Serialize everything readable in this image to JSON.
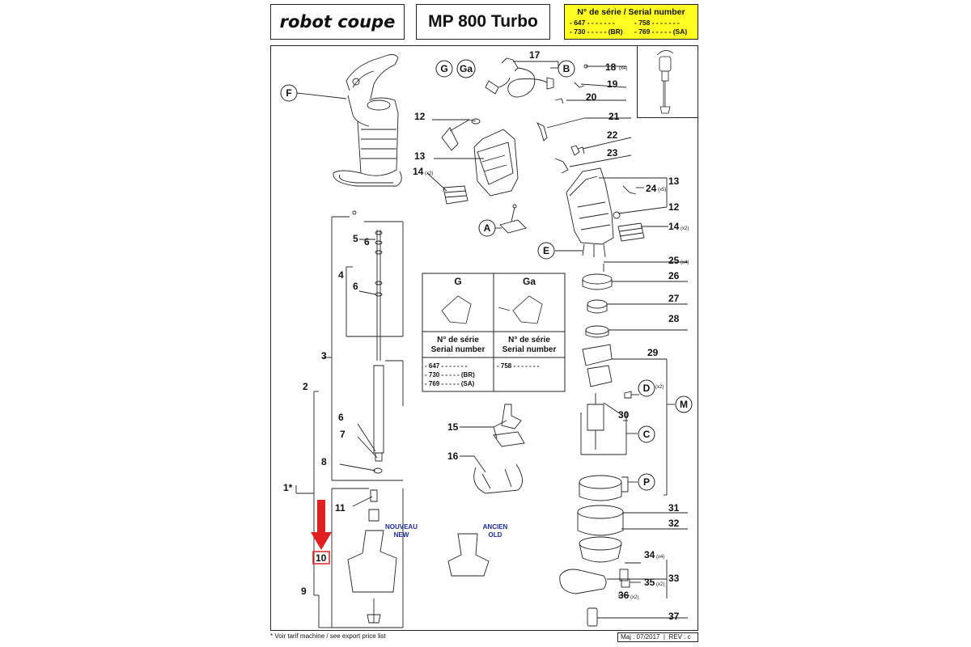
{
  "header": {
    "brand": "robot coupe",
    "model": "MP 800 Turbo",
    "serial_title": "N° de série / Serial number",
    "serials": [
      "- 647 - - - - -   - -",
      "- 758 - - - - -   - -",
      "- 730 - - - - -   (BR)",
      "- 769 - - - - -   (SA)"
    ]
  },
  "letters": {
    "F": "F",
    "G": "G",
    "Ga": "Ga",
    "B": "B",
    "A": "A",
    "E": "E",
    "D": "D",
    "M": "M",
    "C": "C",
    "P": "P"
  },
  "parts": {
    "p1": "1*",
    "p2": "2",
    "p3": "3",
    "p4": "4",
    "p5": "5",
    "p6": "6",
    "p7": "7",
    "p8": "8",
    "p9": "9",
    "p10": "10",
    "p11": "11",
    "p12": "12",
    "p13": "13",
    "p14": "14",
    "p15": "15",
    "p16": "16",
    "p17": "17",
    "p18": "18",
    "p19": "19",
    "p20": "20",
    "p21": "21",
    "p22": "22",
    "p23": "23",
    "p24": "24",
    "p25": "25",
    "p26": "26",
    "p27": "27",
    "p28": "28",
    "p29": "29",
    "p30": "30",
    "p31": "31",
    "p32": "32",
    "p33": "33",
    "p34": "34",
    "p35": "35",
    "p36": "36",
    "p37": "37"
  },
  "qty": {
    "x2": "(x2)",
    "x4": "(x4)",
    "x5": "(x5)"
  },
  "table": {
    "col_g": "G",
    "col_ga": "Ga",
    "serial_fr": "N° de série",
    "serial_en": "Serial number",
    "g_rows": [
      "- 647 - - - - -      - -",
      "- 730 - - - - -      (BR)",
      "- 769 - - - - -      (SA)"
    ],
    "ga_rows": [
      "- 758 - - - - -      - -"
    ]
  },
  "labels": {
    "new_fr": "NOUVEAU",
    "new_en": "NEW",
    "old_fr": "ANCIEN",
    "old_en": "OLD"
  },
  "footer": {
    "note": "* Voir tarif machine / see export price list",
    "maj": "Maj : 07/2017",
    "rev": "REV : c"
  }
}
